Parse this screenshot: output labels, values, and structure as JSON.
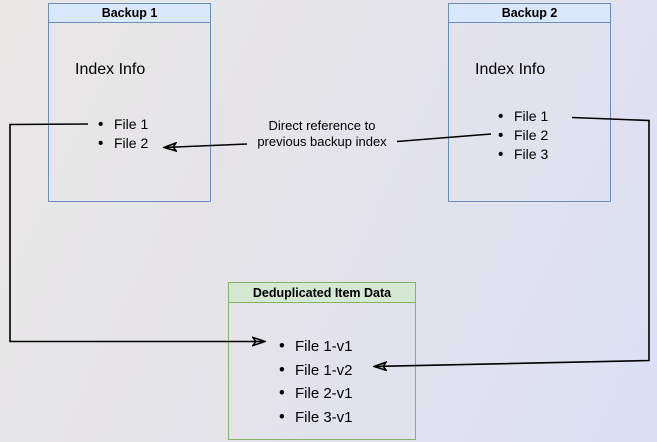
{
  "boxes": {
    "backup1": {
      "title": "Backup 1",
      "label": "Index Info",
      "files": [
        "File 1",
        "File 2"
      ]
    },
    "backup2": {
      "title": "Backup 2",
      "label": "Index Info",
      "files": [
        "File 1",
        "File 2",
        "File 3"
      ]
    },
    "dedup": {
      "title": "Deduplicated Item Data",
      "files": [
        "File 1-v1",
        "File 1-v2",
        "File 2-v1",
        "File 3-v1"
      ]
    }
  },
  "annotation": {
    "line1": "Direct reference to",
    "line2": "previous backup index"
  },
  "colors": {
    "backup_border": "#6c8ebf",
    "backup_header_fill": "#dae8fc",
    "dedup_border": "#82b366",
    "dedup_header_fill": "#d5e8d4",
    "connector": "#000000",
    "background_start": "#e9e7e5",
    "background_end": "#dce0f5"
  }
}
